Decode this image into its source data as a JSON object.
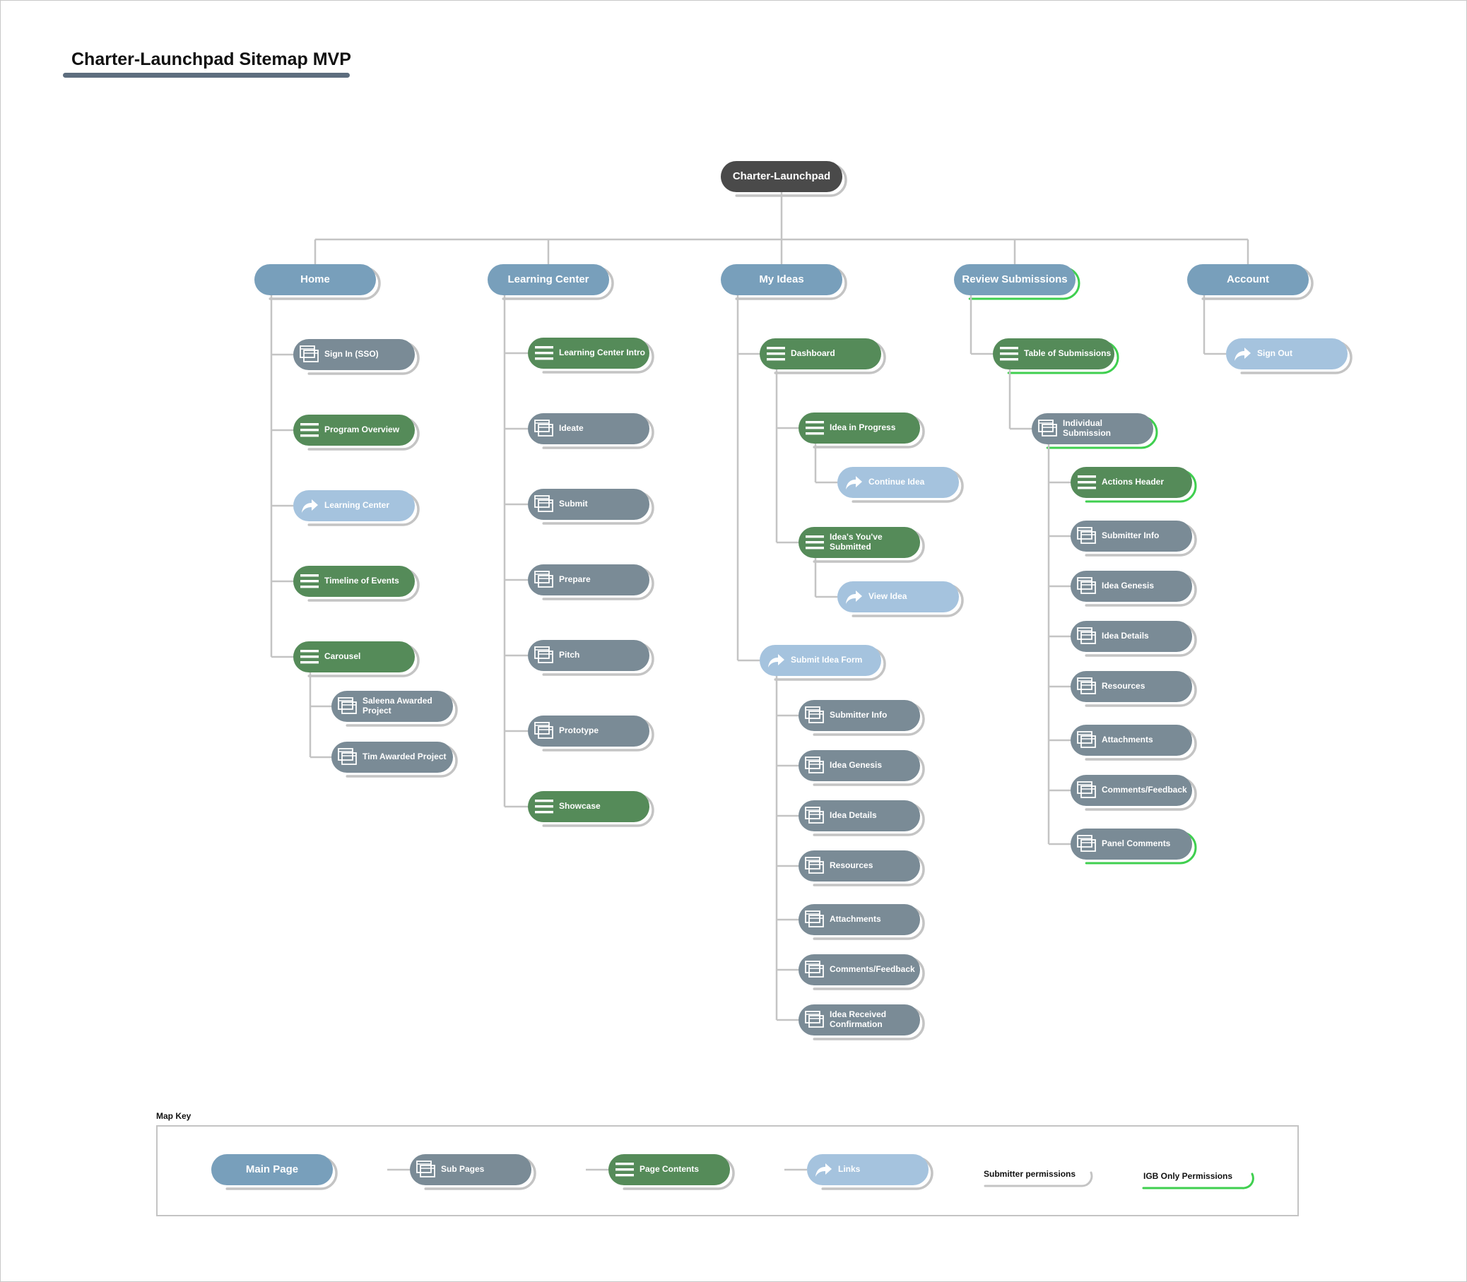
{
  "title": "Charter-Launchpad Sitemap MVP",
  "colors": {
    "root": "#4a4a4a",
    "main_page": "#789fbb",
    "sub_page": "#7a8b96",
    "page_contents": "#558b59",
    "link": "#a5c3de",
    "connector": "#c4c4c4",
    "shadow": "#c4c4c4",
    "igb_permission": "#3fcf4f",
    "title_bar": "#5d6d7e"
  },
  "icons": {
    "main": "",
    "root": "",
    "sub": "pages-icon",
    "content": "content-lines-icon",
    "link": "share-arrow-icon"
  },
  "nodes": {
    "root": {
      "label": "Charter-Launchpad",
      "type": "root"
    },
    "home": {
      "label": "Home",
      "type": "main"
    },
    "home_signin": {
      "label": "Sign In (SSO)",
      "type": "sub"
    },
    "home_program": {
      "label": "Program Overview",
      "type": "content"
    },
    "home_lc_link": {
      "label": "Learning Center",
      "type": "link"
    },
    "home_timeline": {
      "label": "Timeline of Events",
      "type": "content"
    },
    "home_carousel": {
      "label": "Carousel",
      "type": "content"
    },
    "home_saleena": {
      "label": "Saleena Awarded Project",
      "type": "sub"
    },
    "home_tim": {
      "label": "Tim Awarded Project",
      "type": "sub"
    },
    "lc": {
      "label": "Learning Center",
      "type": "main"
    },
    "lc_intro": {
      "label": "Learning Center Intro",
      "type": "content"
    },
    "lc_ideate": {
      "label": "Ideate",
      "type": "sub"
    },
    "lc_submit": {
      "label": "Submit",
      "type": "sub"
    },
    "lc_prepare": {
      "label": "Prepare",
      "type": "sub"
    },
    "lc_pitch": {
      "label": "Pitch",
      "type": "sub"
    },
    "lc_prototype": {
      "label": "Prototype",
      "type": "sub"
    },
    "lc_showcase": {
      "label": "Showcase",
      "type": "content"
    },
    "mi": {
      "label": "My Ideas",
      "type": "main"
    },
    "mi_dashboard": {
      "label": "Dashboard",
      "type": "content"
    },
    "mi_progress": {
      "label": "Idea in Progress",
      "type": "content"
    },
    "mi_continue": {
      "label": "Continue Idea",
      "type": "link"
    },
    "mi_submitted": {
      "label": "Idea's You've Submitted",
      "type": "content"
    },
    "mi_view": {
      "label": "View Idea",
      "type": "link"
    },
    "mi_form": {
      "label": "Submit Idea Form",
      "type": "link"
    },
    "mi_f_info": {
      "label": "Submitter Info",
      "type": "sub"
    },
    "mi_f_genesis": {
      "label": "Idea Genesis",
      "type": "sub"
    },
    "mi_f_details": {
      "label": "Idea Details",
      "type": "sub"
    },
    "mi_f_resources": {
      "label": "Resources",
      "type": "sub"
    },
    "mi_f_attach": {
      "label": "Attachments",
      "type": "sub"
    },
    "mi_f_comments": {
      "label": "Comments/Feedback",
      "type": "sub"
    },
    "mi_f_confirm": {
      "label": "Idea Received Confirmation",
      "type": "sub"
    },
    "rs": {
      "label": "Review Submissions",
      "type": "main"
    },
    "rs_table": {
      "label": "Table of Submissions",
      "type": "content"
    },
    "rs_individual": {
      "label": "Individual Submission",
      "type": "sub"
    },
    "rs_actions": {
      "label": "Actions Header",
      "type": "content"
    },
    "rs_info": {
      "label": "Submitter Info",
      "type": "sub"
    },
    "rs_genesis": {
      "label": "Idea Genesis",
      "type": "sub"
    },
    "rs_details": {
      "label": "Idea Details",
      "type": "sub"
    },
    "rs_resources": {
      "label": "Resources",
      "type": "sub"
    },
    "rs_attach": {
      "label": "Attachments",
      "type": "sub"
    },
    "rs_comments": {
      "label": "Comments/Feedback",
      "type": "sub"
    },
    "rs_panel": {
      "label": "Panel Comments",
      "type": "sub"
    },
    "acct": {
      "label": "Account",
      "type": "main"
    },
    "acct_signout": {
      "label": "Sign Out",
      "type": "link"
    },
    "key_main": {
      "label": "Main Page",
      "type": "main"
    },
    "key_sub": {
      "label": "Sub Pages",
      "type": "sub"
    },
    "key_content": {
      "label": "Page Contents",
      "type": "content"
    },
    "key_link": {
      "label": "Links",
      "type": "link"
    }
  },
  "map_key": {
    "label": "Map Key",
    "submitter_permissions": "Submitter permissions",
    "igb_permissions": "IGB Only Permissions"
  }
}
